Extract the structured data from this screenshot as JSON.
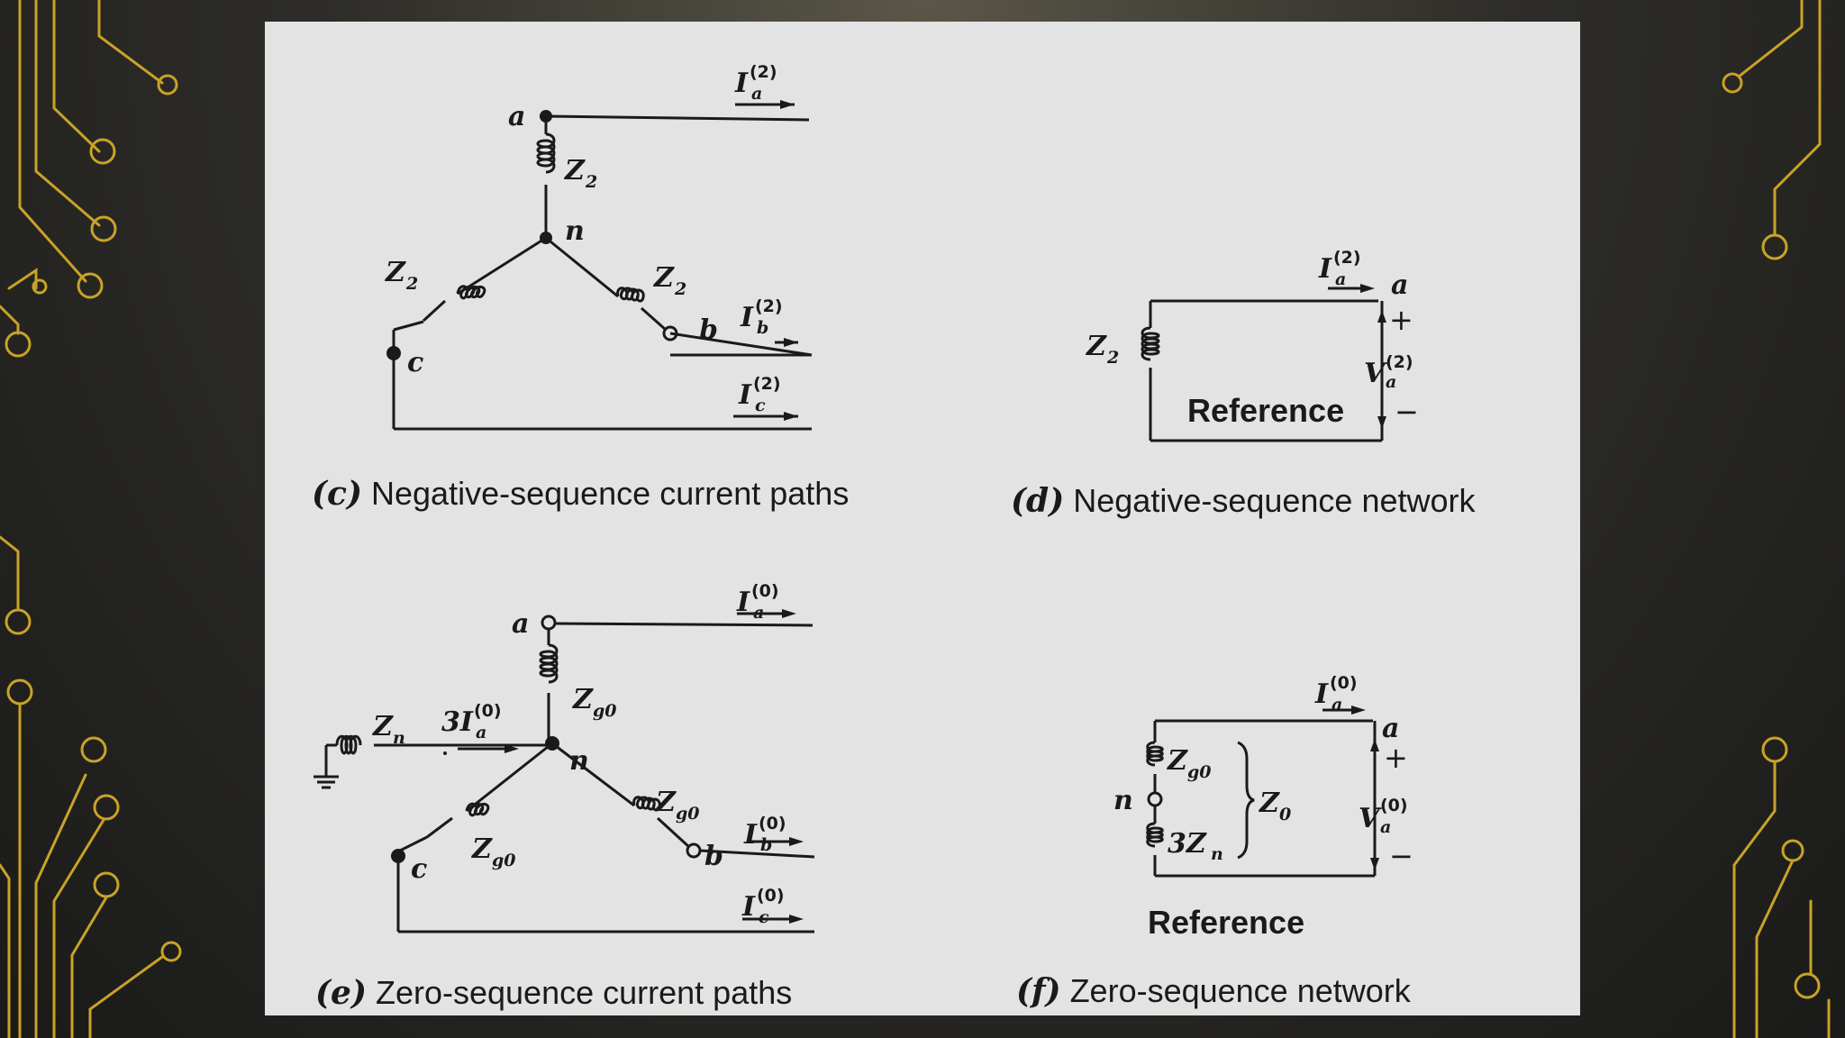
{
  "diagram_c": {
    "caption_tag": "(c)",
    "caption": "Negative-sequence current paths",
    "node_a": "a",
    "node_n": "n",
    "node_b": "b",
    "node_c": "c",
    "impedance_main": "Z",
    "impedance_sub": "2",
    "current_main": "I",
    "sup": "(2)",
    "sub_a": "a",
    "sub_b": "b",
    "sub_c": "c"
  },
  "diagram_d": {
    "caption_tag": "(d)",
    "caption": "Negative-sequence network",
    "impedance_main": "Z",
    "impedance_sub": "2",
    "current_main": "I",
    "sup": "(2)",
    "sub_a": "a",
    "node_a": "a",
    "plus": "+",
    "minus": "−",
    "voltage_main": "V",
    "reference": "Reference"
  },
  "diagram_e": {
    "caption_tag": "(e)",
    "caption": "Zero-sequence current paths",
    "node_a": "a",
    "node_n": "n",
    "node_b": "b",
    "node_c": "c",
    "zg_main": "Z",
    "zg_sub": "g0",
    "zn_main": "Z",
    "zn_sub": "n",
    "neutral_current_prefix": "3I",
    "current_main": "I",
    "sup": "(0)",
    "sub_a": "a",
    "sub_b": "b",
    "sub_c": "c"
  },
  "diagram_f": {
    "caption_tag": "(f)",
    "caption": "Zero-sequence network",
    "zg_main": "Z",
    "zg_sub": "g0",
    "zn_prefix": "3Z",
    "zn_sub": "n",
    "z0_main": "Z",
    "z0_sub": "0",
    "node_n": "n",
    "node_a": "a",
    "current_main": "I",
    "sup": "(0)",
    "sub_a": "a",
    "voltage_main": "V",
    "plus": "+",
    "minus": "−",
    "reference": "Reference"
  },
  "colors": {
    "frame_background": "#1f1f1e",
    "circuit_trace": "#c9a227",
    "slide": "#e3e3e3",
    "ink": "#1a1a1a"
  }
}
